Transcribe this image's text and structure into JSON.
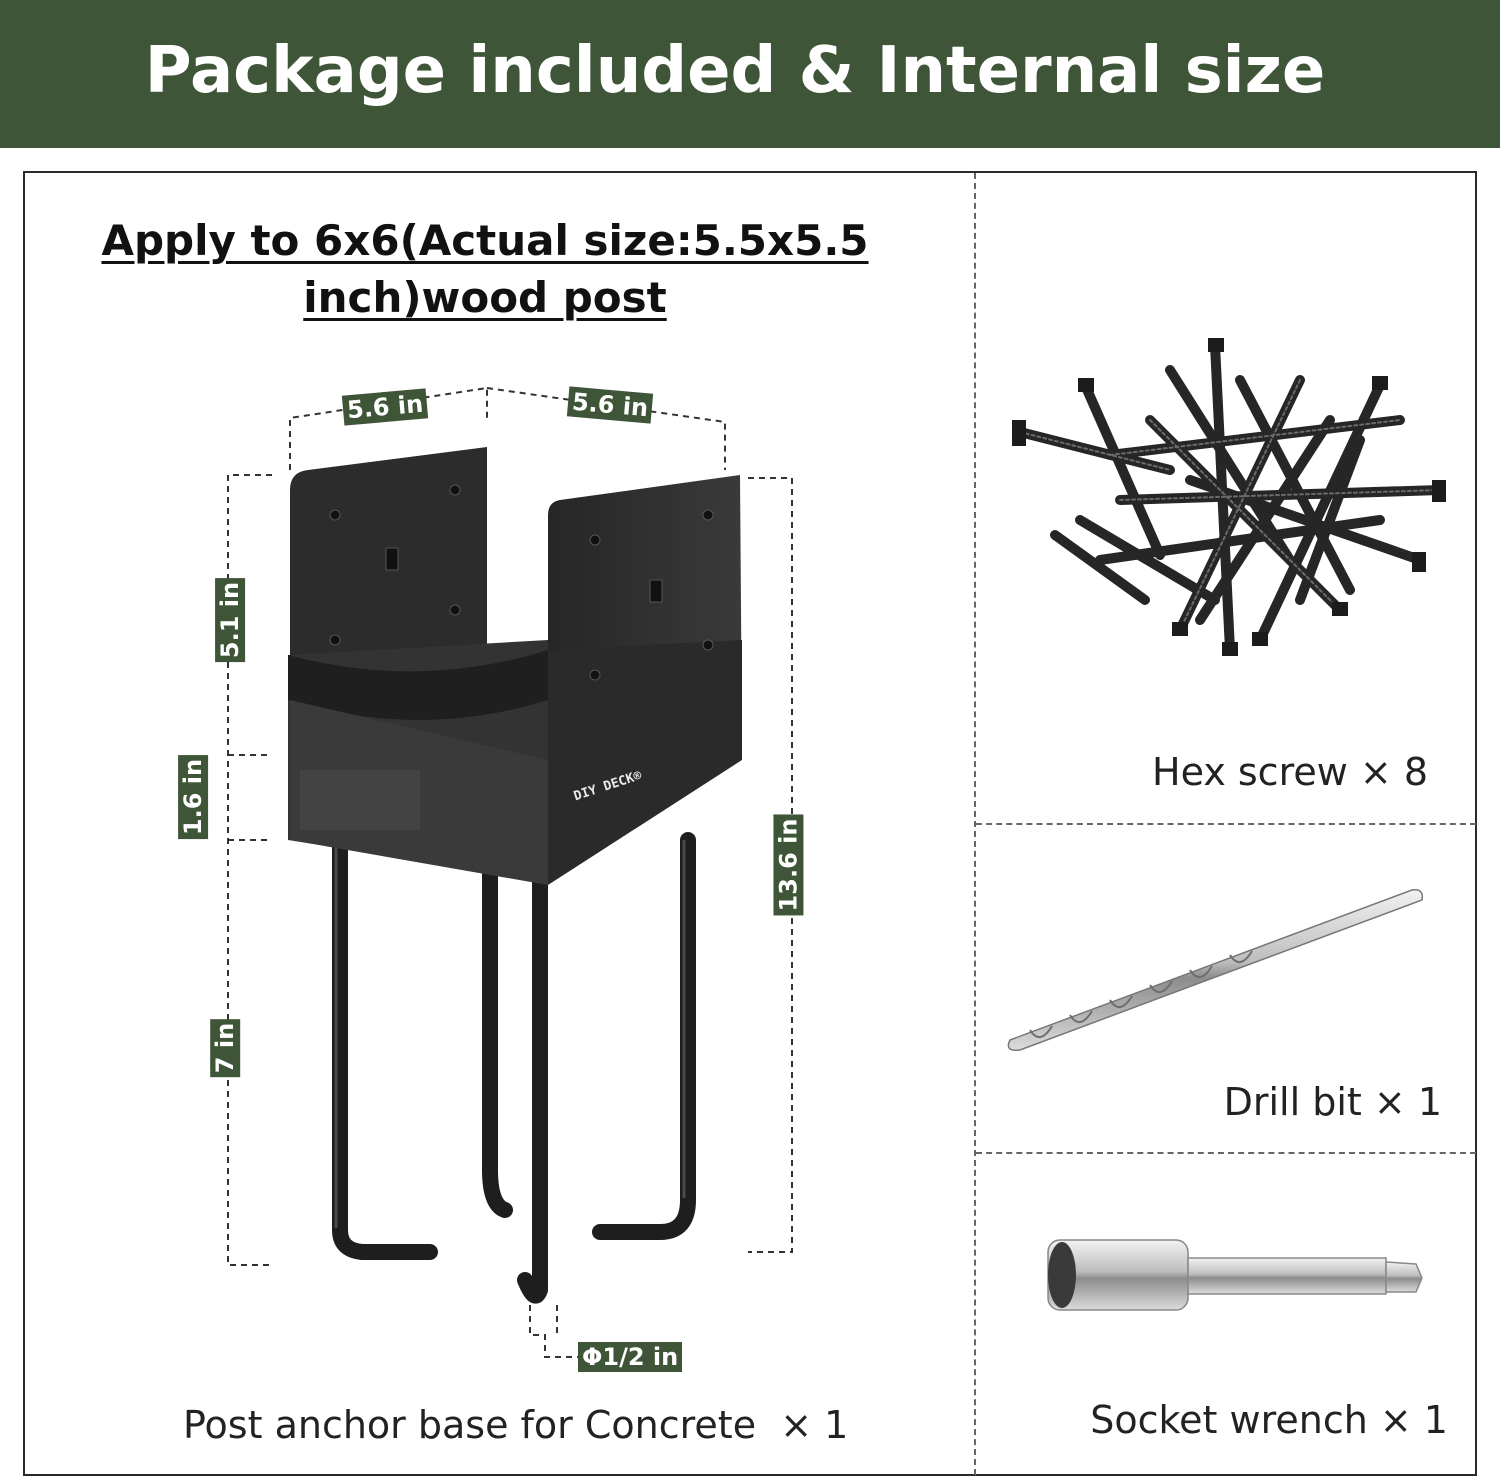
{
  "banner": {
    "title": "Package included & Internal size"
  },
  "left_panel": {
    "heading_line1": "Apply to 6x6(Actual size:5.5x5.5",
    "heading_line2": "inch)wood post",
    "brand_label": "DIY DECK®",
    "dimensions": {
      "width_a": "5.6 in",
      "width_b": "5.6 in",
      "upper_height": "5.1 in",
      "band_height": "1.6 in",
      "rod_height": "7 in",
      "total_height": "13.6 in",
      "rod_diameter": "Φ1/2 in"
    },
    "caption": "Post anchor base for Concrete  × 1"
  },
  "right_panel": {
    "items": [
      {
        "label": "Hex screw × 8",
        "icon": "hex-screws-image"
      },
      {
        "label": "Drill bit × 1",
        "icon": "drill-bit-image"
      },
      {
        "label": "Socket wrench × 1",
        "icon": "socket-wrench-image"
      }
    ]
  },
  "colors": {
    "banner": "#3f5537",
    "dimension_tag": "#3f5537",
    "metal": "#2e2e2e"
  }
}
